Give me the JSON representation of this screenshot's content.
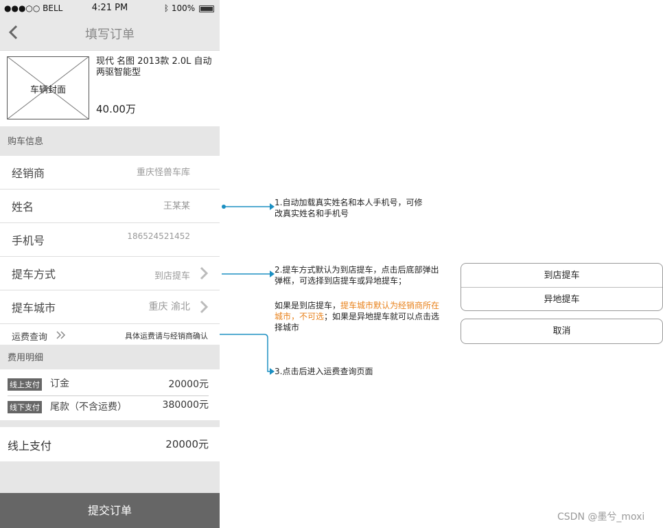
{
  "status_bar": {
    "carrier": "●●●○○ BELL",
    "time": "4:21 PM",
    "battery": "100%"
  },
  "nav": {
    "title": "填写订单"
  },
  "product": {
    "cover_label": "车辆封面",
    "title": "现代 名图 2013款 2.0L 自动两驱智能型",
    "price": "40.00万"
  },
  "purchase_section": "购车信息",
  "rows": {
    "dealer": {
      "label": "经销商",
      "value": "重庆怪兽车库"
    },
    "name": {
      "label": "姓名",
      "value": "王某某"
    },
    "phone": {
      "label": "手机号",
      "value": "186524521452"
    },
    "pickup_method": {
      "label": "提车方式",
      "value": "到店提车"
    },
    "pickup_city": {
      "label": "提车城市",
      "value": "重庆 渝北"
    }
  },
  "shipping": {
    "label": "运费查询",
    "value": "具体运费请与经销商确认"
  },
  "fee_section": "费用明细",
  "fees": [
    {
      "tag": "线上支付",
      "name": "订金",
      "amount": "20000元"
    },
    {
      "tag": "线下支付",
      "name": "尾款（不含运费）",
      "amount": "380000元"
    }
  ],
  "online_pay": {
    "label": "线上支付",
    "amount": "20000元"
  },
  "submit_label": "提交订单",
  "annotations": {
    "a1": "1.自动加载真实姓名和本人手机号，可修改真实姓名和手机号",
    "a2_line1": "2.提车方式默认为到店提车，点击后底部弹出弹框，可选择到店提车或异地提车；",
    "a2_p1": "如果是到店提车，",
    "a2_hl": "提车城市默认为经销商所在城市，不可选",
    "a2_p2": "；如果是异地提车就可以点击选择城市",
    "a3": "3.点击后进入运费查询页面"
  },
  "popup": {
    "option1": "到店提车",
    "option2": "异地提车",
    "cancel": "取消"
  },
  "watermark": "CSDN @墨兮_moxi"
}
